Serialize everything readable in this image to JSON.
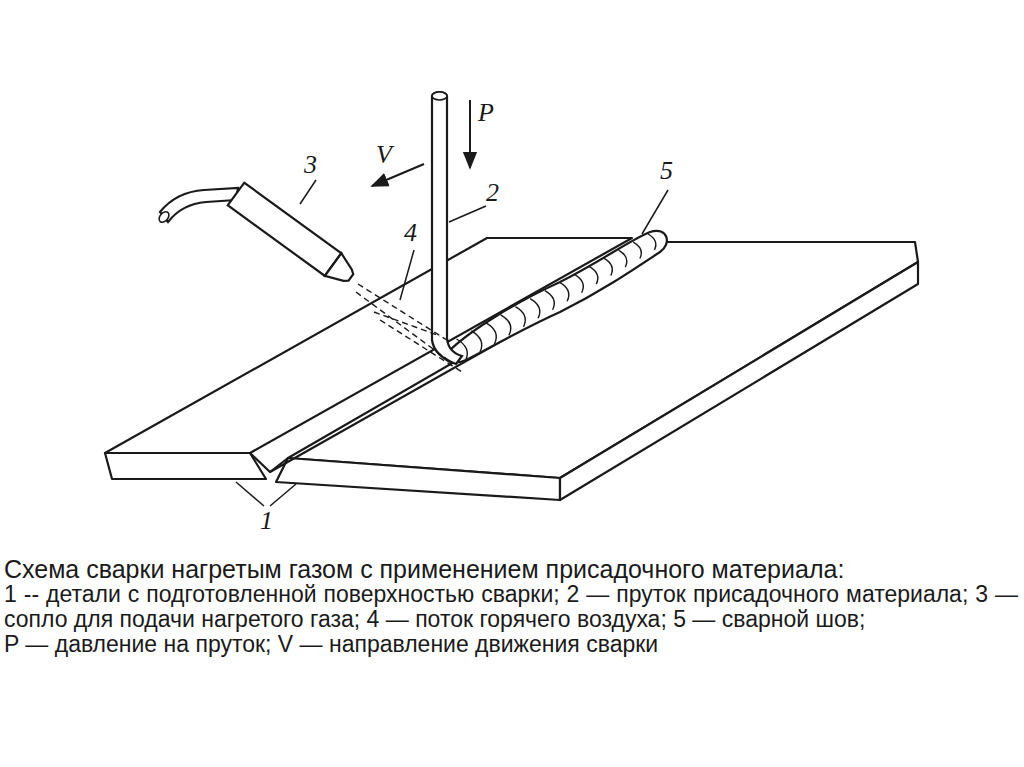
{
  "diagram": {
    "caption": "Схема сварки нагретым газом с применением присадочного материала:",
    "labels": [
      "3",
      "V",
      "P",
      "2",
      "4",
      "5",
      "1",
      "1 -- детали с подготовленной поверхностью сварки; 2 — пруток присадочного материала; 3 — сопло для подачи нагретого газа; 4 — поток горячего воздуха; 5 — сварной шов;",
      "P — давление на пруток; V — направление движения сварки"
    ]
  }
}
